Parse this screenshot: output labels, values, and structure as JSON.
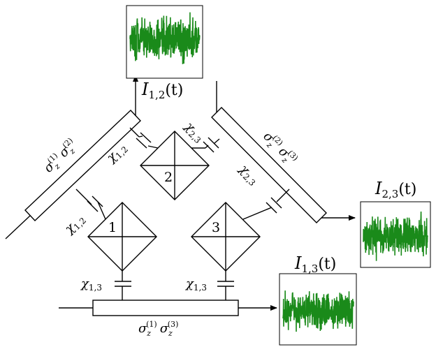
{
  "colors": {
    "line": "#000000",
    "signal": "#1a8a1a",
    "panel_bg": "#ffffff"
  },
  "qubits": [
    {
      "id": "qubit-1",
      "label": "1"
    },
    {
      "id": "qubit-2",
      "label": "2"
    },
    {
      "id": "qubit-3",
      "label": "3"
    }
  ],
  "couplings": {
    "chi_12_top": "χ",
    "chi_12_top_sub": "1,2",
    "chi_23_top": "χ",
    "chi_23_top_sub": "2,3",
    "chi_12_left": "χ",
    "chi_12_left_sub": "1,2",
    "chi_23_right": "χ",
    "chi_23_right_sub": "2,3",
    "chi_13_left": "χ",
    "chi_13_left_sub": "1,3",
    "chi_13_right": "χ",
    "chi_13_right_sub": "1,3"
  },
  "resonators": {
    "res_12": {
      "op1": "σ",
      "sub1": "z",
      "sup1": "(1)",
      "op2": "σ",
      "sub2": "z",
      "sup2": "(2)"
    },
    "res_23": {
      "op1": "σ",
      "sub1": "z",
      "sup1": "(2)",
      "op2": "σ",
      "sub2": "z",
      "sup2": "(3)"
    },
    "res_13": {
      "op1": "σ",
      "sub1": "z",
      "sup1": "(1)",
      "op2": "σ",
      "sub2": "z",
      "sup2": "(3)"
    }
  },
  "outputs": {
    "I12": {
      "symbol": "I",
      "sub": "1,2",
      "arg": "(t)"
    },
    "I23": {
      "symbol": "I",
      "sub": "2,3",
      "arg": "(t)"
    },
    "I13": {
      "symbol": "I",
      "sub": "1,3",
      "arg": "(t)"
    }
  }
}
